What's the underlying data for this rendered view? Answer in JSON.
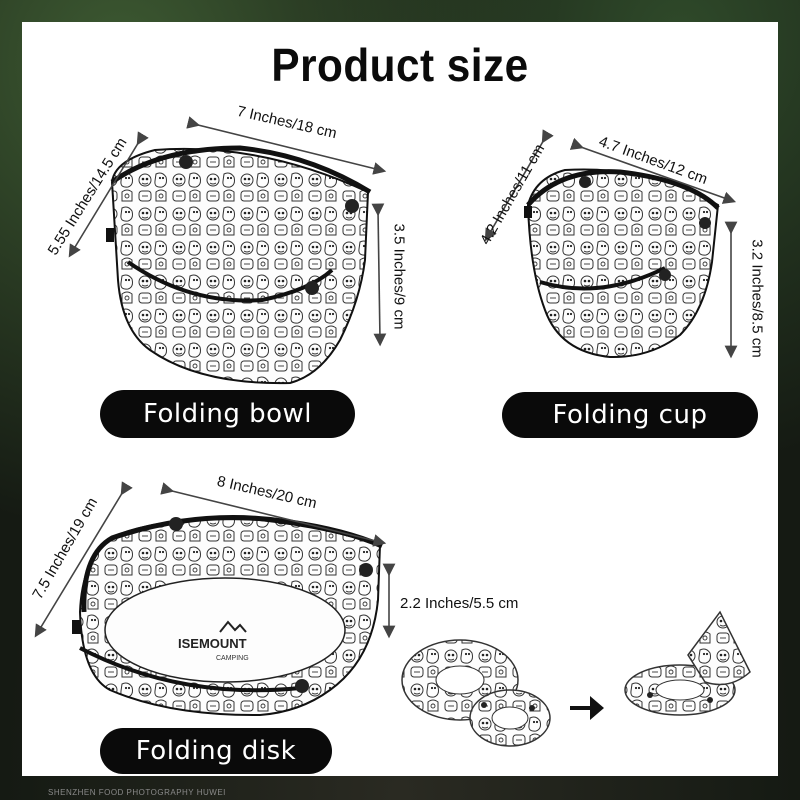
{
  "title": "Product size",
  "products": [
    {
      "label": "Folding bowl",
      "dims": [
        "7 Inches/18 cm",
        "5.55 Inches/14.5 cm",
        "3.5 Inches/9 cm"
      ]
    },
    {
      "label": "Folding cup",
      "dims": [
        "4.7 Inches/12 cm",
        "4.2 Inches/11 cm",
        "3.2 Inches/8.5 cm"
      ]
    },
    {
      "label": "Folding disk",
      "dims": [
        "8 Inches/20 cm",
        "7.5 Inches/19 cm",
        "2.2 Inches/5.5 cm"
      ]
    }
  ],
  "footer": "SHENZHEN FOOD PHOTOGRAPHY HUWEI",
  "colors": {
    "pill_bg": "#0a0a0a",
    "pill_text": "#ffffff",
    "panel": "#ffffff"
  }
}
